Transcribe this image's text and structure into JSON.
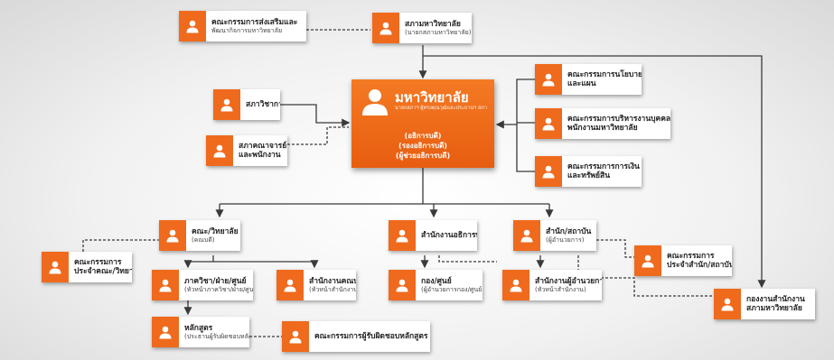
{
  "diagram": {
    "center": {
      "title": "มหาวิทยาลัย",
      "subtitle": "นายกสภาฯ ผู้ทรงคุณวุฒิและประธานฯ สภา",
      "lines": [
        "(อธิการบดี)",
        "(รองอธิการบดี)",
        "(ผู้ช่วยอธิการบดี)"
      ]
    },
    "nodes": {
      "promo_committee": {
        "t1": "คณะกรรมการส่งเสริมและ",
        "t2": "พัฒนากิจการมหาวิทยาลัย"
      },
      "council": {
        "t1": "สภามหาวิทยาลัย",
        "t2": "(นายกสภามหาวิทยาลัย)"
      },
      "academic_senate": {
        "t1": "สภาวิชาการ",
        "t2": ""
      },
      "faculty_staff_senate": {
        "t1": "สภาคณาจารย์",
        "t2": "และพนักงาน"
      },
      "policy_committee": {
        "t1": "คณะกรรมการนโยบาย",
        "t2": "และแผน"
      },
      "hr_committee": {
        "t1": "คณะกรรมการบริหารงานบุคคล",
        "t2": "พนักงานมหาวิทยาลัย"
      },
      "finance_committee": {
        "t1": "คณะกรรมการการเงิน",
        "t2": "และทรัพย์สิน"
      },
      "faculty": {
        "t1": "คณะ/วิทยาลัย",
        "t2": "(คณบดี)"
      },
      "president_office": {
        "t1": "สำนักงานอธิการบดี",
        "t2": ""
      },
      "institute": {
        "t1": "สำนัก/สถาบัน",
        "t2": "(ผู้อำนวยการ)"
      },
      "faculty_committee": {
        "t1": "คณะกรรมการ",
        "t2": "ประจำคณะ/วิทยาลัย"
      },
      "institute_committee": {
        "t1": "คณะกรรมการ",
        "t2": "ประจำสำนัก/สถาบัน"
      },
      "department": {
        "t1": "ภาควิชา/ฝ่าย/ศูนย์",
        "t2": "(หัวหน้าภาควิชา/ฝ่าย/ศูนย์)"
      },
      "dean_office": {
        "t1": "สำนักงานคณบดี",
        "t2": "(หัวหน้าสำนักงาน)"
      },
      "division": {
        "t1": "กอง/ศูนย์",
        "t2": "(ผู้อำนวยการกอง/ศูนย์)"
      },
      "director_office": {
        "t1": "สำนักงานผู้อำนวยการ",
        "t2": "(หัวหน้าสำนักงาน)"
      },
      "council_secretariat": {
        "t1": "กองงานสำนักงาน",
        "t2": "สภามหาวิทยาลัย"
      },
      "curriculum": {
        "t1": "หลักสูตร",
        "t2": "(ประธานผู้รับผิดชอบหลักสูตร)"
      },
      "curriculum_committee": {
        "t1": "คณะกรรมการผู้รับผิดชอบหลักสูตร",
        "t2": ""
      }
    }
  },
  "colors": {
    "accent": "#ef6a1d",
    "line": "#3a3a3a",
    "background": "#f1f1f1"
  },
  "icon": "person-icon"
}
